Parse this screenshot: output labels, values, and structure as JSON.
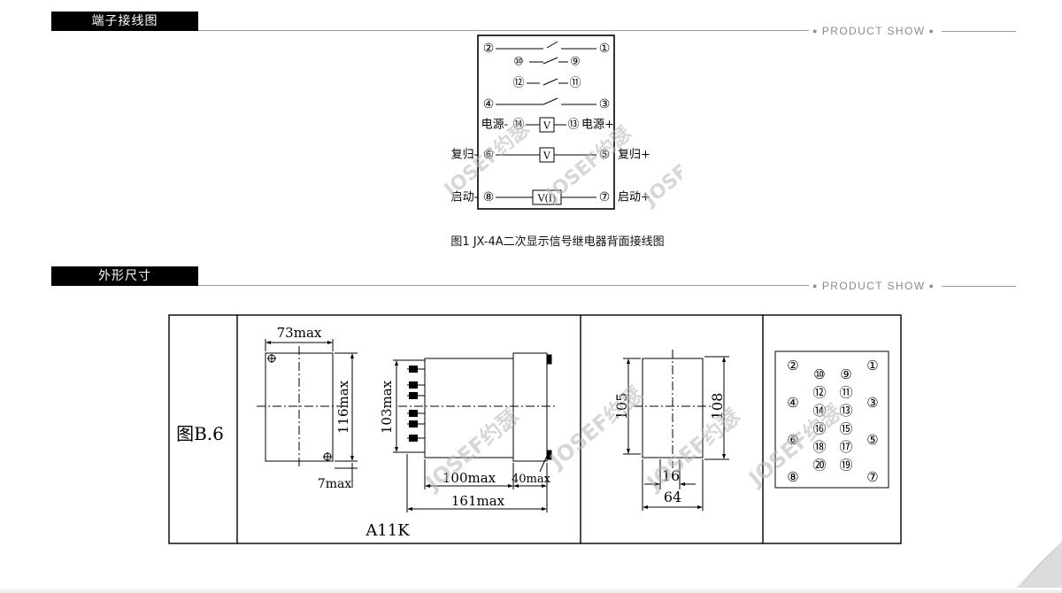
{
  "sections": [
    {
      "title": "端子接线图",
      "tag": "PRODUCT SHOW"
    },
    {
      "title": "外形尺寸",
      "tag": "PRODUCT SHOW"
    }
  ],
  "watermark": "JOSEF约瑟",
  "wiring": {
    "caption": "图1  JX-4A二次显示信号继电器背面接线图",
    "terminals": {
      "t1": "①",
      "t2": "②",
      "t3": "③",
      "t4": "④",
      "t5": "⑤",
      "t6": "⑥",
      "t7": "⑦",
      "t8": "⑧",
      "t9": "⑨",
      "t10": "⑩",
      "t11": "⑪",
      "t12": "⑫",
      "t13": "⑬",
      "t14": "⑭"
    },
    "labels": {
      "power_minus": "电源-",
      "power_plus": "电源+",
      "reset_minus": "复归-",
      "reset_plus": "复归+",
      "start_minus": "启动-",
      "start_plus": "启动+"
    },
    "coils": {
      "v1": "V",
      "v2": "V",
      "v3": "V(I)"
    }
  },
  "dimensions": {
    "figure_label": "图B.6",
    "model": "A11K",
    "front": {
      "width": "73max",
      "height": "116max",
      "offset": "7max"
    },
    "side": {
      "height": "103max",
      "body_length": "100max",
      "front_depth": "40max",
      "total_length": "161max"
    },
    "cutout": {
      "inner_height": "105",
      "outer_height": "108",
      "small_width": "16",
      "width": "64"
    },
    "terminal_grid": [
      [
        "②",
        "⑩",
        "⑨",
        "①"
      ],
      [
        "④",
        "⑫",
        "⑪",
        "③"
      ],
      [
        "",
        "⑭",
        "⑬",
        ""
      ],
      [
        "⑥",
        "⑯",
        "⑮",
        "⑤"
      ],
      [
        "",
        "⑱",
        "⑰",
        ""
      ],
      [
        "⑧",
        "⑳",
        "⑲",
        "⑦"
      ]
    ]
  }
}
